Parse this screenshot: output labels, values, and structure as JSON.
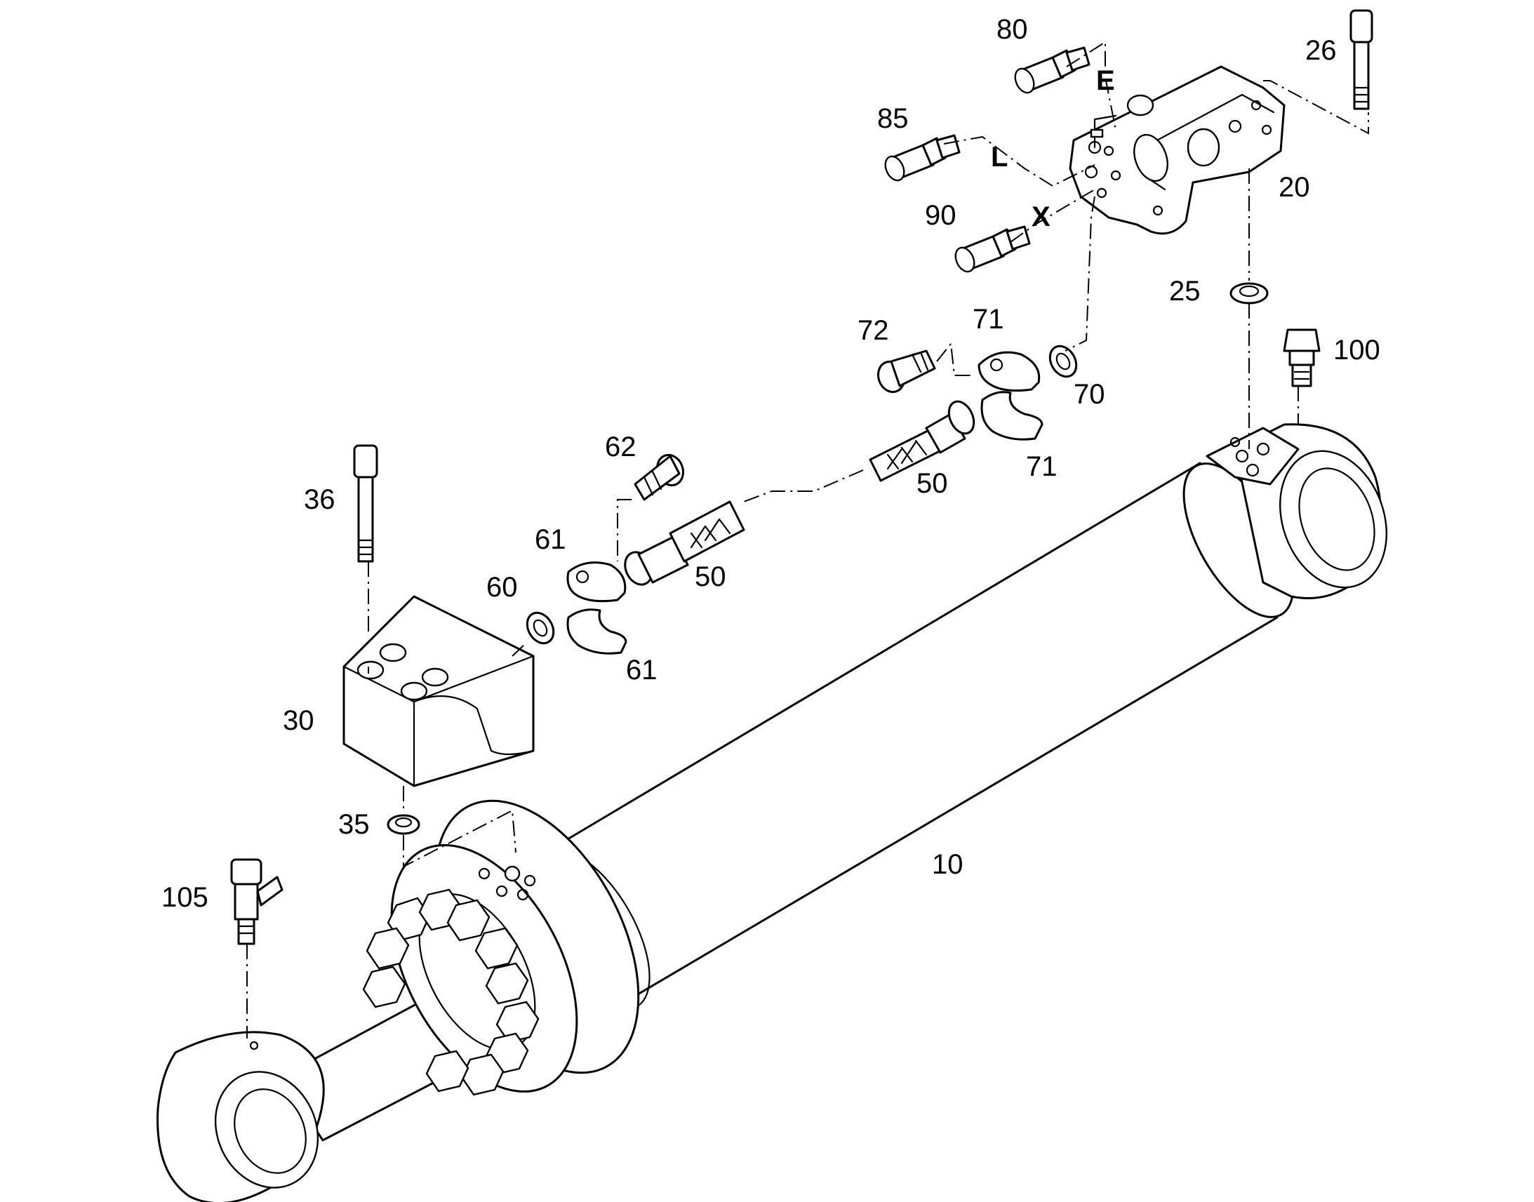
{
  "callouts": {
    "p10": "10",
    "p20": "20",
    "p25": "25",
    "p26": "26",
    "p30": "30",
    "p35": "35",
    "p36": "36",
    "p50a": "50",
    "p50b": "50",
    "p60": "60",
    "p61a": "61",
    "p61b": "61",
    "p62": "62",
    "p70": "70",
    "p71a": "71",
    "p71b": "71",
    "p72": "72",
    "p80": "80",
    "p85": "85",
    "p90": "90",
    "p100": "100",
    "p105": "105"
  },
  "ports": {
    "E": "E",
    "L": "L",
    "X": "X"
  }
}
